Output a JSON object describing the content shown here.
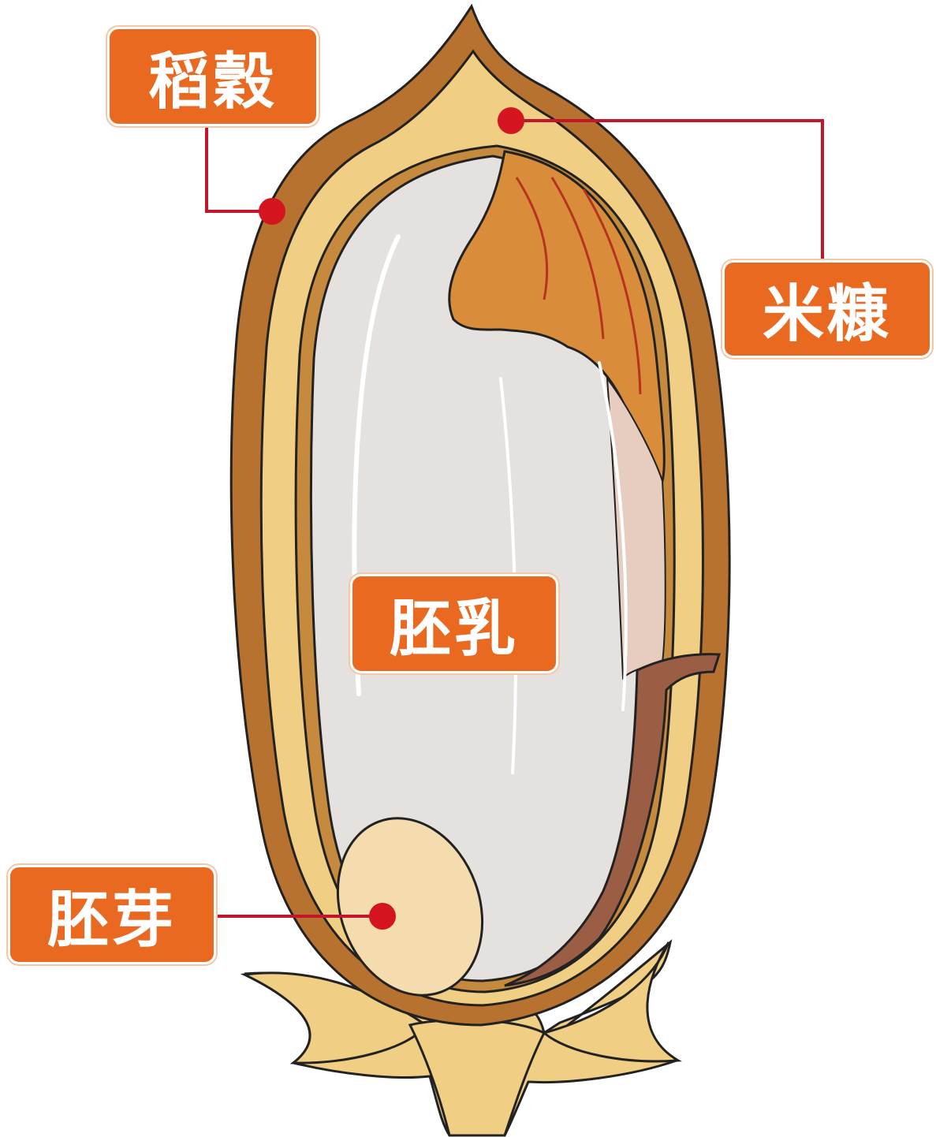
{
  "labels": {
    "husk": "稻穀",
    "bran": "米糠",
    "endosperm": "胚乳",
    "germ": "胚芽"
  },
  "colors": {
    "label_fill": "#e8691f",
    "leader_line": "#c4162a",
    "marker_dot": "#d4141f",
    "husk_outer": "#b8722f",
    "husk_inner": "#f0cf84",
    "bran": "#d98d3a",
    "endosperm": "#e4e1de",
    "germ": "#f5dcae",
    "outline": "#222222"
  }
}
